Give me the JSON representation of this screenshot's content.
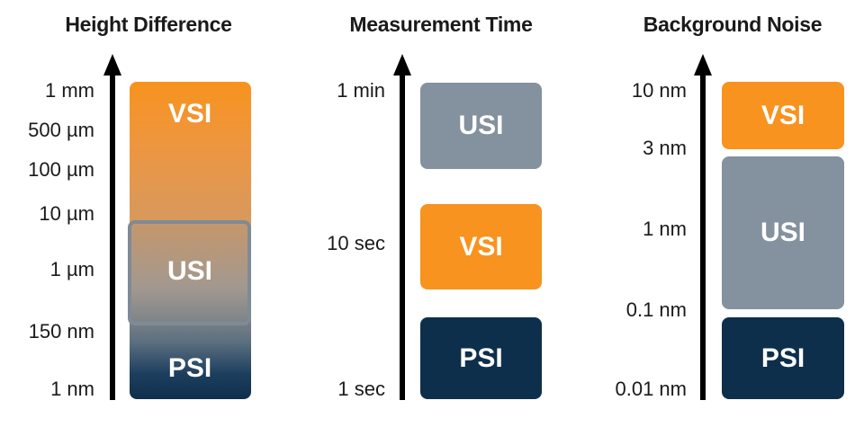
{
  "colors": {
    "vsi": "#F7931E",
    "usi": "#84919E",
    "psi": "#0E2F4C",
    "axis": "#000000"
  },
  "panels": [
    {
      "title": "Height Difference",
      "ticks": [
        "1 mm",
        "500 µm",
        "100 µm",
        "10 µm",
        "1 µm",
        "150 nm",
        "1 nm"
      ],
      "labels": {
        "vsi": "VSI",
        "usi": "USI",
        "psi": "PSI"
      }
    },
    {
      "title": "Measurement Time",
      "ticks": [
        "1 min",
        "10 sec",
        "1 sec"
      ],
      "labels": {
        "usi": "USI",
        "vsi": "VSI",
        "psi": "PSI"
      }
    },
    {
      "title": "Background Noise",
      "ticks": [
        "10 nm",
        "3 nm",
        "1 nm",
        "0.1 nm",
        "0.01 nm"
      ],
      "labels": {
        "vsi": "VSI",
        "usi": "USI",
        "psi": "PSI"
      }
    }
  ]
}
